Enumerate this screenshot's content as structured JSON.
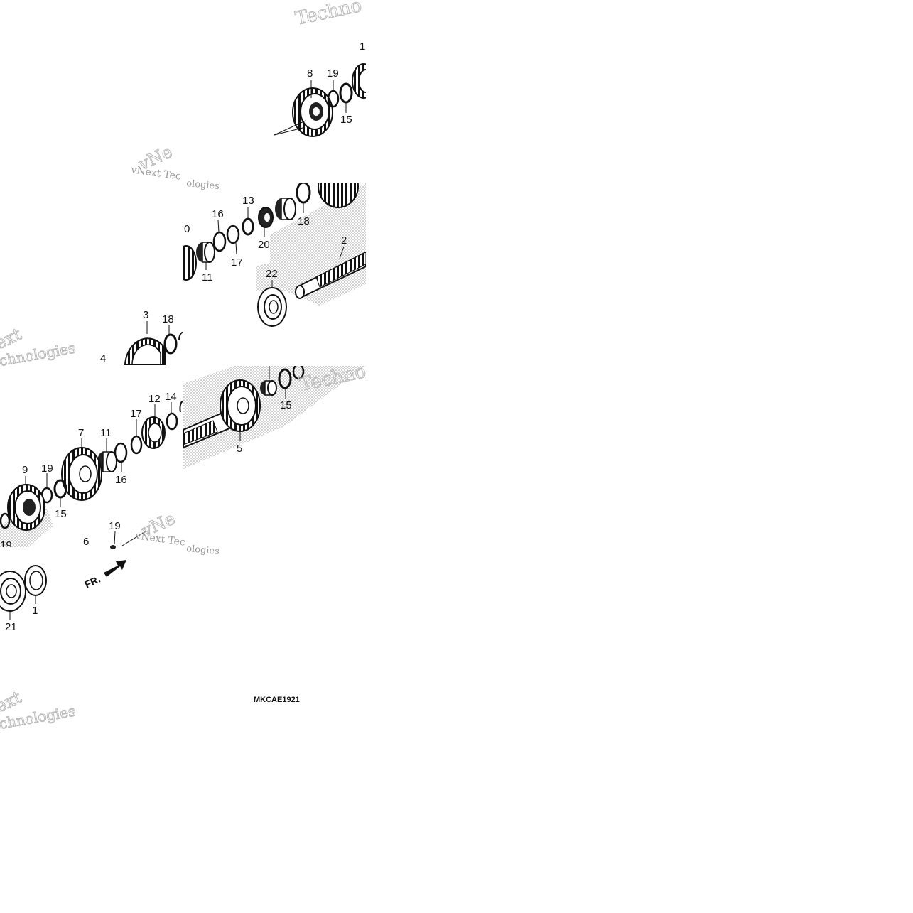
{
  "diagram": {
    "drawing_code": "MKCAE1921",
    "front_marker": "FR.",
    "watermark": {
      "brand": "vNext",
      "brand_fragment": "vNe",
      "brand_word": "ext",
      "brand_tec": "vNext Tec",
      "word": "Technologies",
      "fragment_techn": "Techno",
      "fragment_chnologies": "chnologies",
      "fragment_ologies": "ologies"
    },
    "callouts": {
      "c8": "8",
      "c19a": "19",
      "c15a": "15",
      "c1top": "1",
      "c16a": "16",
      "c13": "13",
      "c18a": "18",
      "c20": "20",
      "c0": "0",
      "c17a": "17",
      "c11a": "11",
      "c2": "2",
      "c22": "22",
      "c3": "3",
      "c18b": "18",
      "c4": "4",
      "c12": "12",
      "c14": "14",
      "c17b": "17",
      "c7": "7",
      "c11b": "11",
      "c16b": "16",
      "c9": "9",
      "c19b": "19",
      "c15b": "15",
      "c19c": "19",
      "c6": "6",
      "c19d": "19",
      "c15c": "15",
      "c5": "5",
      "c1": "1",
      "c21": "21"
    }
  }
}
